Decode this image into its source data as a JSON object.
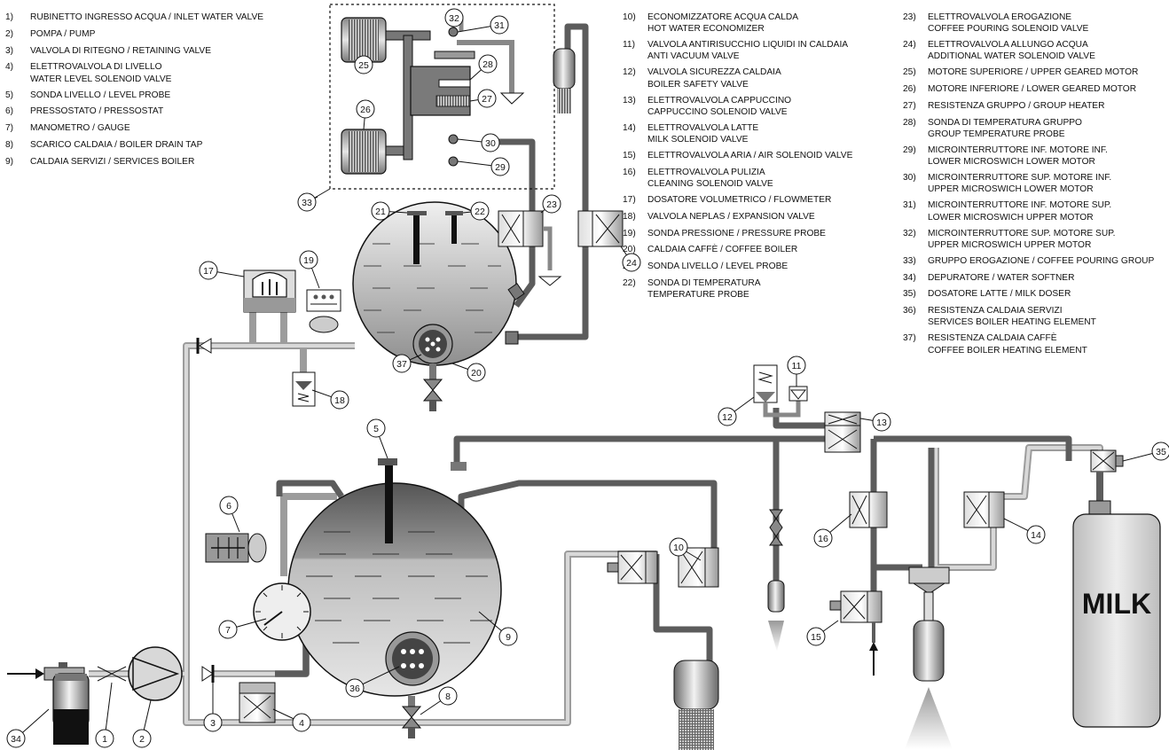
{
  "legend_left": [
    {
      "num": "1)",
      "text": "RUBINETTO INGRESSO ACQUA / INLET WATER VALVE"
    },
    {
      "num": "2)",
      "text": "POMPA / PUMP"
    },
    {
      "num": "3)",
      "text": "VALVOLA DI RITEGNO / RETAINING VALVE"
    },
    {
      "num": "4)",
      "text": "ELETTROVALVOLA DI LIVELLO",
      "text2": "WATER LEVEL SOLENOID VALVE"
    },
    {
      "num": "5)",
      "text": "SONDA LIVELLO / LEVEL PROBE"
    },
    {
      "num": "6)",
      "text": "PRESSOSTATO / PRESSOSTAT"
    },
    {
      "num": "7)",
      "text": "MANOMETRO / GAUGE"
    },
    {
      "num": "8)",
      "text": "SCARICO CALDAIA / BOILER DRAIN TAP"
    },
    {
      "num": "9)",
      "text": "CALDAIA SERVIZI / SERVICES BOILER"
    }
  ],
  "legend_middle": [
    {
      "num": "10)",
      "text": "ECONOMIZZATORE ACQUA CALDA",
      "text2": "HOT WATER ECONOMIZER"
    },
    {
      "num": "11)",
      "text": "VALVOLA ANTIRISUCCHIO LIQUIDI IN CALDAIA",
      "text2": "ANTI VACUUM VALVE"
    },
    {
      "num": "12)",
      "text": "VALVOLA SICUREZZA CALDAIA",
      "text2": "BOILER SAFETY VALVE"
    },
    {
      "num": "13)",
      "text": "ELETTROVALVOLA CAPPUCCINO",
      "text2": "CAPPUCCINO SOLENOID VALVE"
    },
    {
      "num": "14)",
      "text": "ELETTROVALVOLA LATTE",
      "text2": "MILK SOLENOID VALVE"
    },
    {
      "num": "15)",
      "text": "ELETTROVALVOLA ARIA / AIR SOLENOID VALVE"
    },
    {
      "num": "16)",
      "text": "ELETTROVALVOLA PULIZIA",
      "text2": "CLEANING SOLENOID VALVE"
    },
    {
      "num": "17)",
      "text": "DOSATORE VOLUMETRICO / FLOWMETER"
    },
    {
      "num": "18)",
      "text": "VALVOLA NEPLAS / EXPANSION VALVE"
    },
    {
      "num": "19)",
      "text": "SONDA PRESSIONE / PRESSURE PROBE"
    },
    {
      "num": "20)",
      "text": "CALDAIA CAFFÈ / COFFEE BOILER"
    },
    {
      "num": "21)",
      "text": "SONDA LIVELLO / LEVEL PROBE"
    },
    {
      "num": "22)",
      "text": "SONDA DI TEMPERATURA",
      "text2": "TEMPERATURE PROBE"
    }
  ],
  "legend_right": [
    {
      "num": "23)",
      "text": "ELETTROVALVOLA EROGAZIONE",
      "text2": "COFFEE POURING SOLENOID VALVE"
    },
    {
      "num": "24)",
      "text": "ELETTROVALVOLA ALLUNGO ACQUA",
      "text2": "ADDITIONAL WATER SOLENOID VALVE"
    },
    {
      "num": "25)",
      "text": "MOTORE SUPERIORE / UPPER GEARED MOTOR"
    },
    {
      "num": "26)",
      "text": "MOTORE INFERIORE / LOWER GEARED MOTOR"
    },
    {
      "num": "27)",
      "text": "RESISTENZA GRUPPO / GROUP HEATER"
    },
    {
      "num": "28)",
      "text": "SONDA DI TEMPERATURA GRUPPO",
      "text2": "GROUP TEMPERATURE PROBE"
    },
    {
      "num": "29)",
      "text": "MICROINTERRUTTORE INF. MOTORE INF.",
      "text2": "LOWER MICROSWICH LOWER MOTOR"
    },
    {
      "num": "30)",
      "text": "MICROINTERRUTTORE SUP. MOTORE INF.",
      "text2": "UPPER MICROSWICH LOWER MOTOR"
    },
    {
      "num": "31)",
      "text": "MICROINTERRUTTORE INF. MOTORE SUP.",
      "text2": "LOWER MICROSWICH UPPER MOTOR"
    },
    {
      "num": "32)",
      "text": "MICROINTERRUTTORE SUP. MOTORE SUP.",
      "text2": "UPPER MICROSWICH UPPER MOTOR"
    },
    {
      "num": "33)",
      "text": "GRUPPO EROGAZIONE / COFFEE POURING GROUP"
    },
    {
      "num": "34)",
      "text": "DEPURATORE / WATER SOFTNER"
    },
    {
      "num": "35)",
      "text": "DOSATORE LATTE / MILK DOSER"
    },
    {
      "num": "36)",
      "text": "RESISTENZA CALDAIA SERVIZI",
      "text2": "SERVICES BOILER HEATING ELEMENT"
    },
    {
      "num": "37)",
      "text": "RESISTENZA CALDAIA CAFFÈ",
      "text2": "COFFEE BOILER HEATING ELEMENT"
    }
  ],
  "callouts": [
    "1",
    "2",
    "3",
    "4",
    "5",
    "6",
    "7",
    "8",
    "9",
    "10",
    "11",
    "12",
    "13",
    "14",
    "15",
    "16",
    "17",
    "18",
    "19",
    "20",
    "21",
    "22",
    "23",
    "24",
    "25",
    "26",
    "27",
    "28",
    "29",
    "30",
    "31",
    "32",
    "33",
    "34",
    "35",
    "36",
    "37"
  ],
  "milk_label": "MILK",
  "colors": {
    "pipe_dark": "#5a5a5a",
    "pipe_light": "#b9b9b9",
    "boiler_dark": "#6e6e6e",
    "boiler_light": "#d0d0d0",
    "line": "#111111"
  }
}
